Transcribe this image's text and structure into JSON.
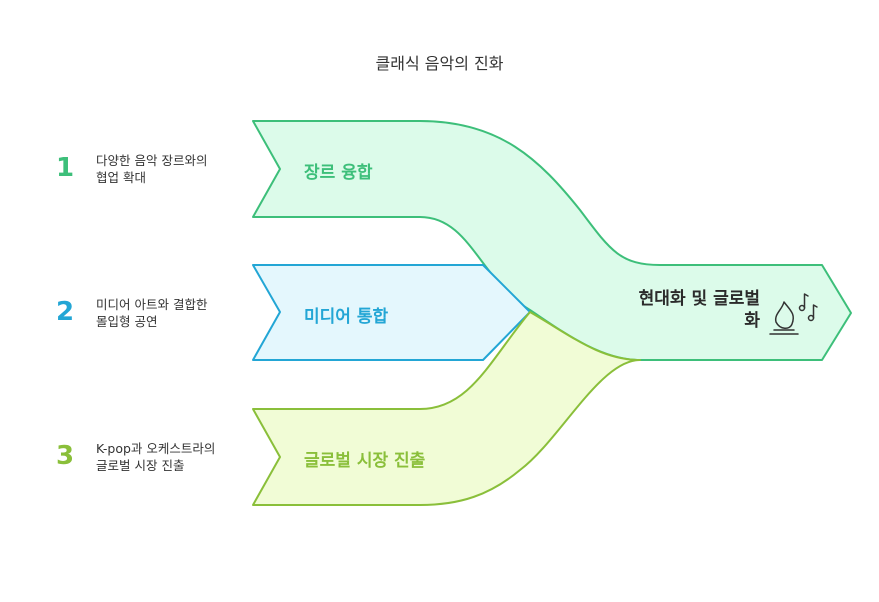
{
  "title": "클래식 음악의 진화",
  "target": {
    "line1": "현대화 및 글로벌",
    "line2": "화",
    "icon": "campfire-music-icon"
  },
  "items": [
    {
      "number": "1",
      "label": "장르 융합",
      "desc_line1": "다양한 음악 장르와의",
      "desc_line2": "협업 확대",
      "color": "#3dbf7a",
      "fill": "#dcfbea"
    },
    {
      "number": "2",
      "label": "미디어 통합",
      "desc_line1": "미디어 아트와 결합한",
      "desc_line2": "몰입형 공연",
      "color": "#23a6d5",
      "fill": "#e4f7fd"
    },
    {
      "number": "3",
      "label": "글로벌 시장 진출",
      "desc_line1": "K-pop과 오케스트라의",
      "desc_line2": "글로벌 시장 진출",
      "color": "#8abf3a",
      "fill": "#f1fcd6"
    }
  ]
}
